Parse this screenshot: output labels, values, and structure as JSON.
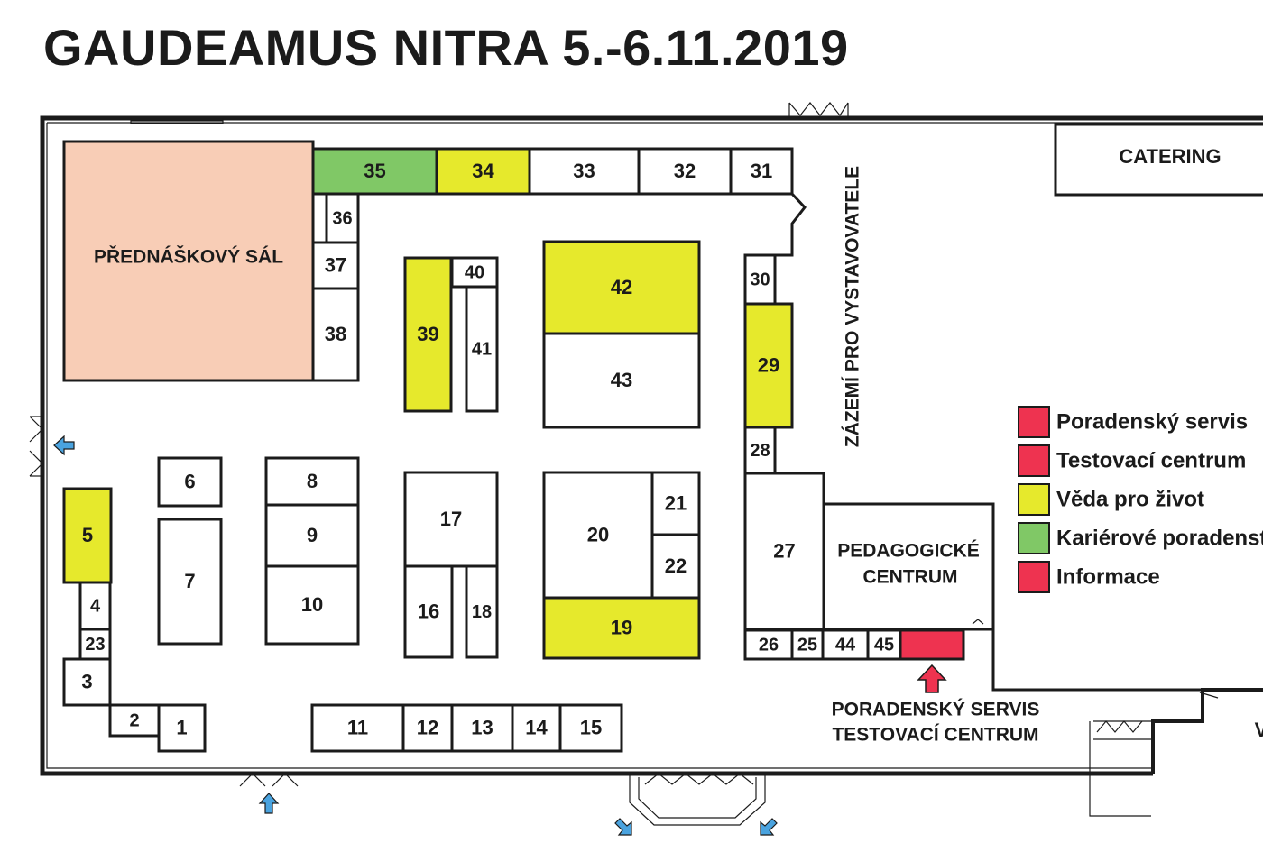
{
  "title": "GAUDEAMUS NITRA 5.-6.11.2019",
  "colors": {
    "lecture": "#f8cdb6",
    "yellow": "#e6e92c",
    "green": "#80c866",
    "red": "#ee3350",
    "white": "#ffffff",
    "arrow_blue": "#4aa3df",
    "arrow_red": "#ee3350",
    "line": "#1b1b1b"
  },
  "rooms": {
    "lecture_hall": "PŘEDNÁŠKOVÝ SÁL",
    "catering": "CATERING",
    "backstage": "ZÁZEMÍ PRO VYSTAVOVATELE",
    "pedagogic_line1": "PEDAGOGICKÉ",
    "pedagogic_line2": "CENTRUM",
    "partial_label": "V"
  },
  "callout": {
    "line1": "PORADENSKÝ SERVIS",
    "line2": "TESTOVACÍ CENTRUM"
  },
  "legend": [
    {
      "label": "Poradenský servis",
      "color": "red"
    },
    {
      "label": "Testovací centrum",
      "color": "red"
    },
    {
      "label": "Věda pro život",
      "color": "yellow"
    },
    {
      "label": "Kariérové poradenství",
      "color": "green"
    },
    {
      "label": "Informace",
      "color": "red"
    }
  ],
  "booths": [
    {
      "id": "1",
      "color": "white"
    },
    {
      "id": "2",
      "color": "white"
    },
    {
      "id": "3",
      "color": "white"
    },
    {
      "id": "4",
      "color": "white"
    },
    {
      "id": "5",
      "color": "yellow"
    },
    {
      "id": "6",
      "color": "white"
    },
    {
      "id": "7",
      "color": "white"
    },
    {
      "id": "8",
      "color": "white"
    },
    {
      "id": "9",
      "color": "white"
    },
    {
      "id": "10",
      "color": "white"
    },
    {
      "id": "11",
      "color": "white"
    },
    {
      "id": "12",
      "color": "white"
    },
    {
      "id": "13",
      "color": "white"
    },
    {
      "id": "14",
      "color": "white"
    },
    {
      "id": "15",
      "color": "white"
    },
    {
      "id": "16",
      "color": "white"
    },
    {
      "id": "17",
      "color": "white"
    },
    {
      "id": "18",
      "color": "white"
    },
    {
      "id": "19",
      "color": "yellow"
    },
    {
      "id": "20",
      "color": "white"
    },
    {
      "id": "21",
      "color": "white"
    },
    {
      "id": "22",
      "color": "white"
    },
    {
      "id": "23",
      "color": "white"
    },
    {
      "id": "25",
      "color": "white"
    },
    {
      "id": "26",
      "color": "white"
    },
    {
      "id": "27",
      "color": "white"
    },
    {
      "id": "28",
      "color": "white"
    },
    {
      "id": "29",
      "color": "yellow"
    },
    {
      "id": "30",
      "color": "white"
    },
    {
      "id": "31",
      "color": "white"
    },
    {
      "id": "32",
      "color": "white"
    },
    {
      "id": "33",
      "color": "white"
    },
    {
      "id": "34",
      "color": "yellow"
    },
    {
      "id": "35",
      "color": "green"
    },
    {
      "id": "36",
      "color": "white"
    },
    {
      "id": "37",
      "color": "white"
    },
    {
      "id": "38",
      "color": "white"
    },
    {
      "id": "39",
      "color": "yellow"
    },
    {
      "id": "40",
      "color": "white"
    },
    {
      "id": "41",
      "color": "white"
    },
    {
      "id": "42",
      "color": "yellow"
    },
    {
      "id": "43",
      "color": "white"
    },
    {
      "id": "44",
      "color": "white"
    },
    {
      "id": "45",
      "color": "white"
    }
  ]
}
